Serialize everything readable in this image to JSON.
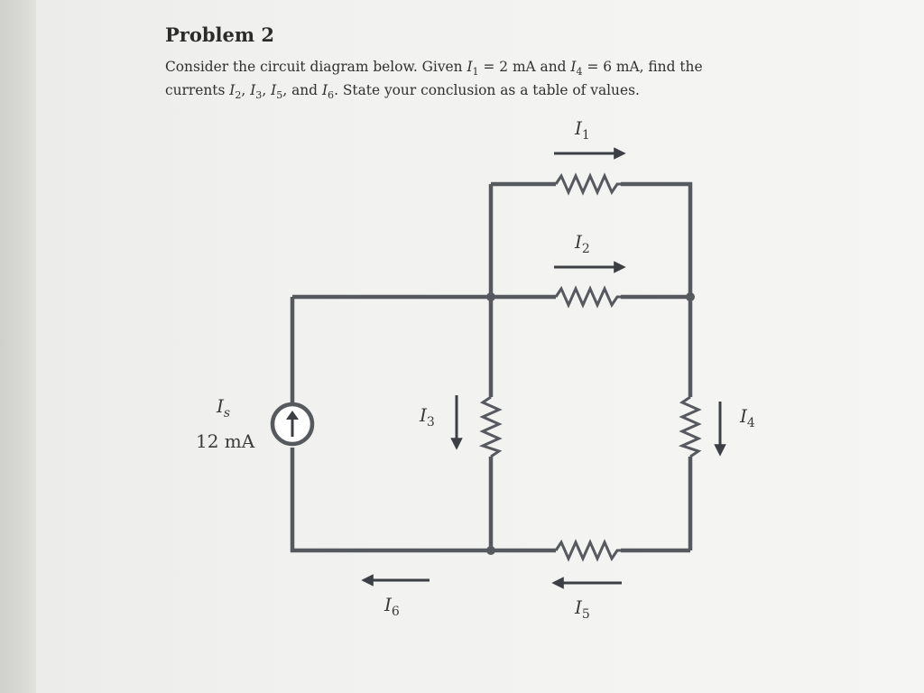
{
  "problem": {
    "heading": "Problem 2",
    "line1": [
      {
        "t": "text",
        "v": "Consider the circuit diagram below. Given "
      },
      {
        "t": "var",
        "v": "I",
        "sub": "1"
      },
      {
        "t": "text",
        "v": " = 2 mA and "
      },
      {
        "t": "var",
        "v": "I",
        "sub": "4"
      },
      {
        "t": "text",
        "v": " = 6 mA, find the"
      }
    ],
    "line2": [
      {
        "t": "text",
        "v": "currents "
      },
      {
        "t": "var",
        "v": "I",
        "sub": "2"
      },
      {
        "t": "text",
        "v": ", "
      },
      {
        "t": "var",
        "v": "I",
        "sub": "3"
      },
      {
        "t": "text",
        "v": ", "
      },
      {
        "t": "var",
        "v": "I",
        "sub": "5"
      },
      {
        "t": "text",
        "v": ", and "
      },
      {
        "t": "var",
        "v": "I",
        "sub": "6"
      },
      {
        "t": "text",
        "v": ". State your conclusion as a table of values."
      }
    ]
  },
  "circuit": {
    "source_label": {
      "name": "I",
      "sub": "s"
    },
    "source_value": "12 mA",
    "currents": {
      "i1": {
        "name": "I",
        "sub": "1"
      },
      "i2": {
        "name": "I",
        "sub": "2"
      },
      "i3": {
        "name": "I",
        "sub": "3"
      },
      "i4": {
        "name": "I",
        "sub": "4"
      },
      "i5": {
        "name": "I",
        "sub": "5"
      },
      "i6": {
        "name": "I",
        "sub": "6"
      }
    },
    "wire_color": "#56595e",
    "arrow_color": "#3c3f44"
  }
}
